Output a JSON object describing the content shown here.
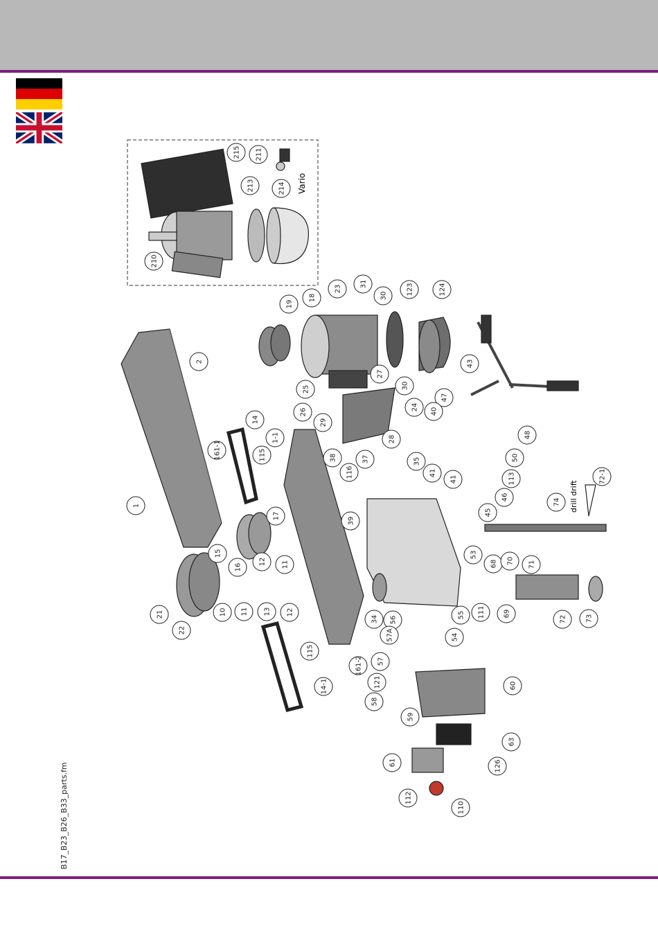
{
  "footer_filename": "B17_B23_B26_B33_parts.fm",
  "flags": [
    "germany-flag",
    "uk-flag"
  ],
  "inset": {
    "label": "Vario",
    "parts": [
      "215",
      "211",
      "213",
      "214",
      "210"
    ]
  },
  "labels": {
    "drill_drift": "drill drift"
  },
  "callouts": [
    "215",
    "211",
    "213",
    "214",
    "210",
    "31",
    "30",
    "23",
    "123",
    "124",
    "19",
    "18",
    "2",
    "25",
    "27",
    "26",
    "29",
    "30",
    "24",
    "47",
    "43",
    "40",
    "28",
    "14",
    "1-1",
    "161-1",
    "115",
    "38",
    "116",
    "37",
    "35",
    "41",
    "41",
    "48",
    "50",
    "113",
    "46",
    "45",
    "74",
    "72-1",
    "1",
    "17",
    "39",
    "15",
    "16",
    "12",
    "11",
    "53",
    "68",
    "70",
    "71",
    "21",
    "22",
    "10",
    "11",
    "13",
    "12",
    "34",
    "56",
    "55",
    "111",
    "69",
    "72",
    "73",
    "115",
    "161-2",
    "57A",
    "54",
    "57",
    "121",
    "60",
    "58",
    "59",
    "14-1",
    "63",
    "126",
    "61",
    "112",
    "110"
  ]
}
